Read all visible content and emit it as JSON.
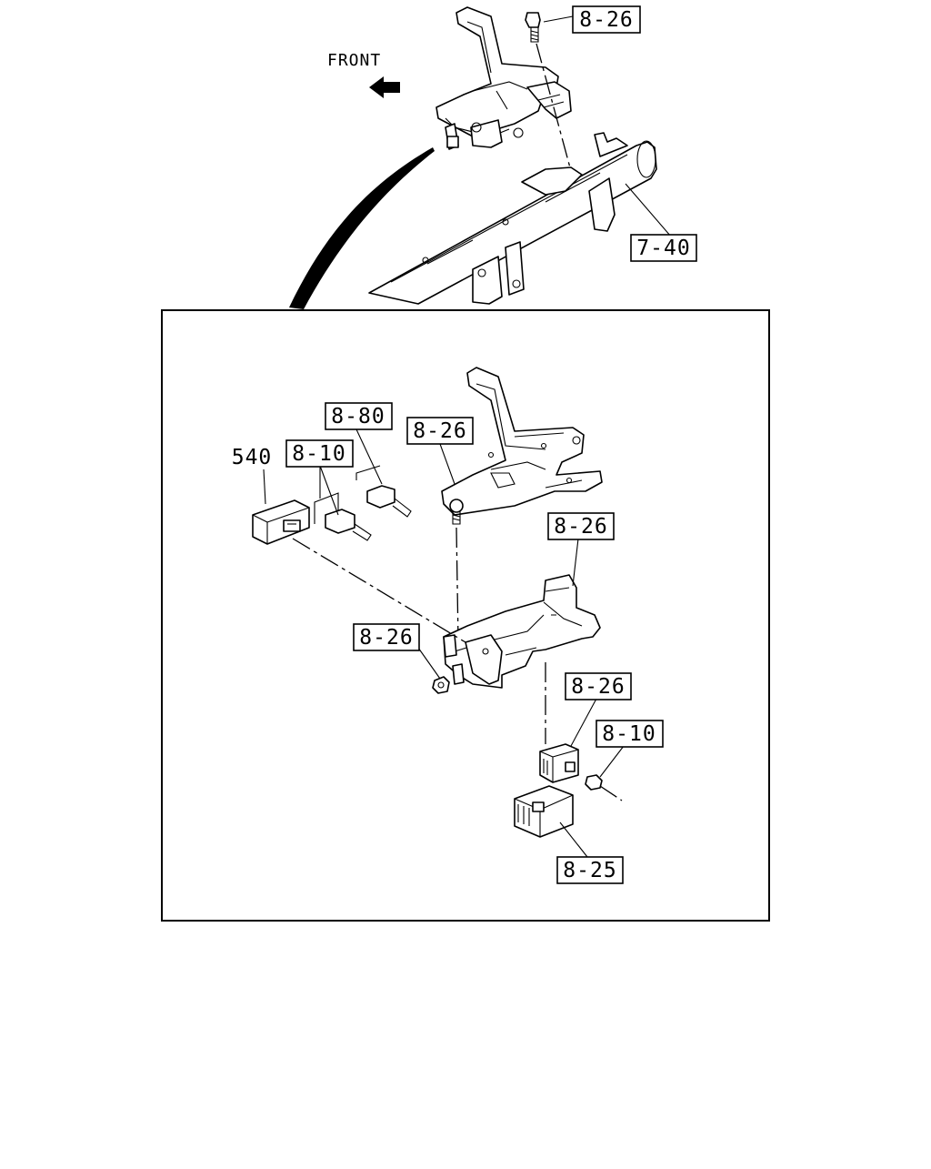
{
  "diagram": {
    "orientation_label": "FRONT",
    "callouts": {
      "top_bolt": "8-26",
      "crossmember": "7-40",
      "upper_bracket": "8-26",
      "lower_bracket": "8-26",
      "nut": "8-26",
      "relay": "8-26",
      "connector_left": "8-10",
      "connector_right": "8-10",
      "connector_top": "8-80",
      "module": "540",
      "cover": "8-25"
    }
  }
}
